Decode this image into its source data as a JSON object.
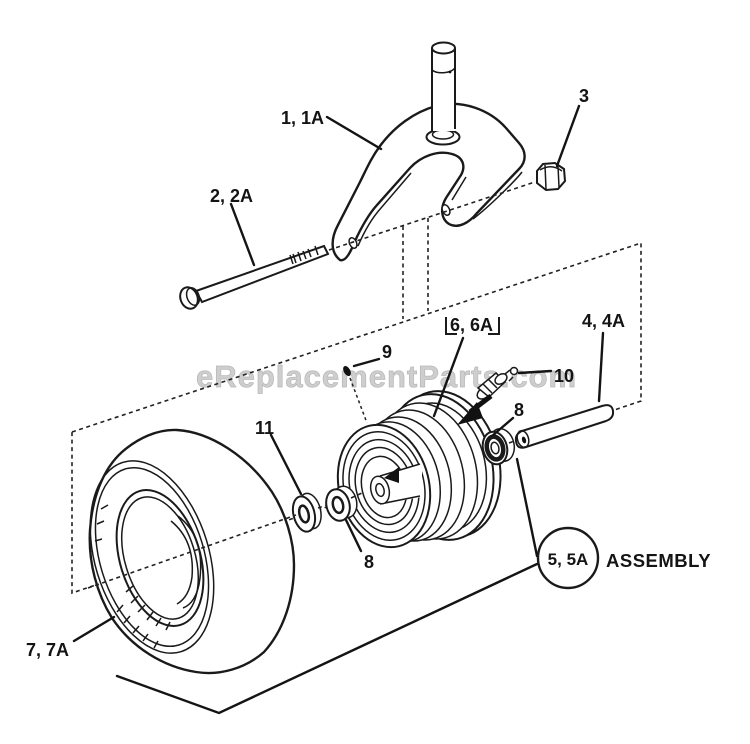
{
  "diagram": {
    "watermark": "eReplacementParts.com",
    "labels": {
      "part_1": "1, 1A",
      "part_2": "2, 2A",
      "part_3": "3",
      "part_4": "4, 4A",
      "part_5": "5, 5A",
      "part_5_suffix": "ASSEMBLY",
      "part_6": "6, 6A",
      "part_7": "7, 7A",
      "part_8_upper": "8",
      "part_8_lower": "8",
      "part_9": "9",
      "part_10": "10",
      "part_11": "11"
    },
    "colors": {
      "line": "#1a1a1a",
      "background": "#ffffff",
      "watermark": "#cccccc"
    }
  }
}
